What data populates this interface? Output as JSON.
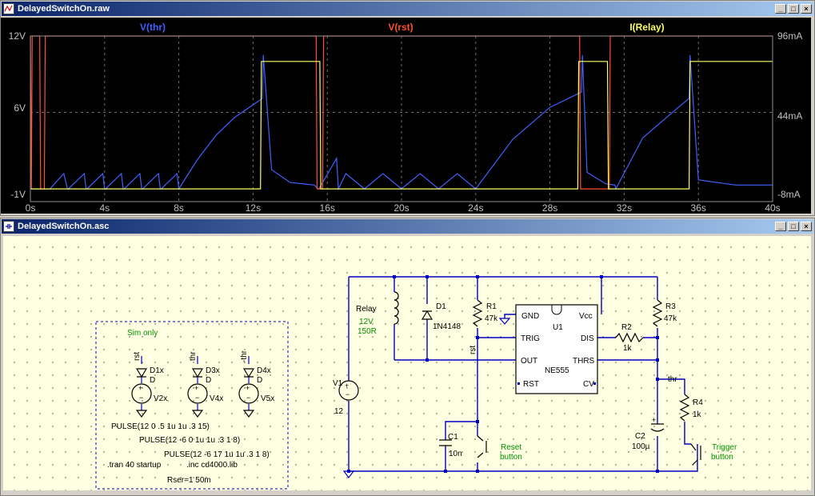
{
  "waveform_window": {
    "title": "DelayedSwitchOn.raw",
    "traces": [
      {
        "label": "V(thr)",
        "color": "#4060ff"
      },
      {
        "label": "V(rst)",
        "color": "#ff5030"
      },
      {
        "label": "I(Relay)",
        "color": "#ffff60"
      }
    ],
    "left_axis": [
      "12V",
      "6V",
      "-1V"
    ],
    "right_axis": [
      "96mA",
      "44mA",
      "-8mA"
    ],
    "x_ticks": [
      "0s",
      "4s",
      "8s",
      "12s",
      "16s",
      "20s",
      "24s",
      "28s",
      "32s",
      "36s",
      "40s"
    ]
  },
  "chart_data": {
    "type": "line",
    "title": "",
    "xlabel": "",
    "ylabel": "",
    "xlim": [
      0,
      40
    ],
    "ylim_left": [
      -1,
      12
    ],
    "ylim_right": [
      -8,
      96
    ],
    "series": [
      {
        "name": "V(thr)",
        "unit": "V",
        "x": [
          0,
          0.8,
          0.85,
          1,
          1.05,
          1.8,
          2,
          2.05,
          2.9,
          3,
          3.05,
          3.9,
          4,
          4.05,
          4.9,
          5,
          5.05,
          5.9,
          6,
          6.05,
          6.9,
          7,
          7.05,
          7.9,
          8,
          9,
          10,
          11,
          12,
          12.5,
          12.55,
          13,
          14,
          15.3,
          15.5,
          15.55,
          16.5,
          16.6,
          17,
          18,
          19,
          20,
          21,
          22,
          23,
          24,
          26,
          28,
          29.7,
          29.75,
          30,
          31,
          31.5,
          31.55,
          33,
          35,
          35.5,
          35.55,
          36,
          38,
          40
        ],
        "y": [
          0,
          0,
          0,
          0,
          0,
          1.2,
          0,
          0,
          1.2,
          0,
          0,
          1.2,
          0,
          0,
          1.2,
          0,
          0,
          1.2,
          0,
          0,
          1.2,
          0,
          0,
          1.2,
          0,
          2.3,
          4.2,
          5.6,
          6.6,
          7.1,
          10.5,
          1.5,
          0.5,
          0.3,
          0,
          0,
          2.4,
          0,
          1.2,
          0,
          1.2,
          0,
          1.2,
          0,
          1.2,
          0,
          3.9,
          6.4,
          7.6,
          10.5,
          1.3,
          0.4,
          0.3,
          0,
          4.0,
          6.5,
          7.1,
          10.5,
          0.7,
          0.3,
          0.3
        ]
      },
      {
        "name": "V(rst)",
        "unit": "V",
        "x": [
          0,
          0.05,
          0.1,
          0.5,
          0.55,
          0.75,
          0.8,
          1.0,
          12.6,
          15.4,
          15.45,
          15.75,
          15.8,
          29.6,
          29.65,
          31.2,
          31.25,
          40
        ],
        "y": [
          12,
          0,
          12,
          12,
          0,
          0,
          12,
          12,
          12,
          12,
          0,
          0,
          12,
          12,
          0,
          0,
          12,
          12
        ]
      },
      {
        "name": "I(Relay)",
        "unit": "mA",
        "x": [
          0,
          12.4,
          12.45,
          15.6,
          15.65,
          29.5,
          29.55,
          31.1,
          31.15,
          35.5,
          35.55,
          40
        ],
        "y": [
          0,
          0,
          80,
          80,
          0,
          0,
          80,
          80,
          0,
          0,
          80,
          80
        ]
      }
    ]
  },
  "schematic_window": {
    "title": "DelayedSwitchOn.asc",
    "labels": {
      "sim_only": "Sim only",
      "rst": "rst",
      "thr": "thr",
      "thr_neg": "-thr",
      "d1x": "D1x",
      "d3x": "D3x",
      "d4x": "D4x",
      "d": "D",
      "v2x": "V2x",
      "v4x": "V4x",
      "v5x": "V5x",
      "pulse1": "PULSE(12 0 .5 1u 1u .3 15)",
      "pulse2": "PULSE(12 -6 0 1u 1u .3 1 8)",
      "pulse3": "PULSE(12 -6 17 1u 1u .3 1 8)",
      "tran": ".tran 40 startup",
      "inc": ".inc cd4000.lib",
      "rser": "Rser=1   50m",
      "relay": "Relay",
      "relay_v": "12V",
      "relay_r": "150R",
      "d1": "D1",
      "d1_part": "1N4148",
      "r1": "R1",
      "r1_val": "47k",
      "u1": "U1",
      "ne555": "NE555",
      "gnd": "GND",
      "vcc": "Vcc",
      "trig": "TRIG",
      "dis": "DIS",
      "out": "OUT",
      "thrs": "THRS",
      "rstpin": "RST",
      "cv": "CV",
      "r2": "R2",
      "r2_val": "1k",
      "r3": "R3",
      "r3_val": "47k",
      "r4": "R4",
      "r4_val": "1k",
      "v1": "V1",
      "v1_val": "12",
      "c1": "C1",
      "c1_val": "10n",
      "c2": "C2",
      "c2_val": "100µ",
      "reset1": "Reset",
      "reset2": "button",
      "trigger1": "Trigger",
      "trigger2": "button"
    }
  }
}
